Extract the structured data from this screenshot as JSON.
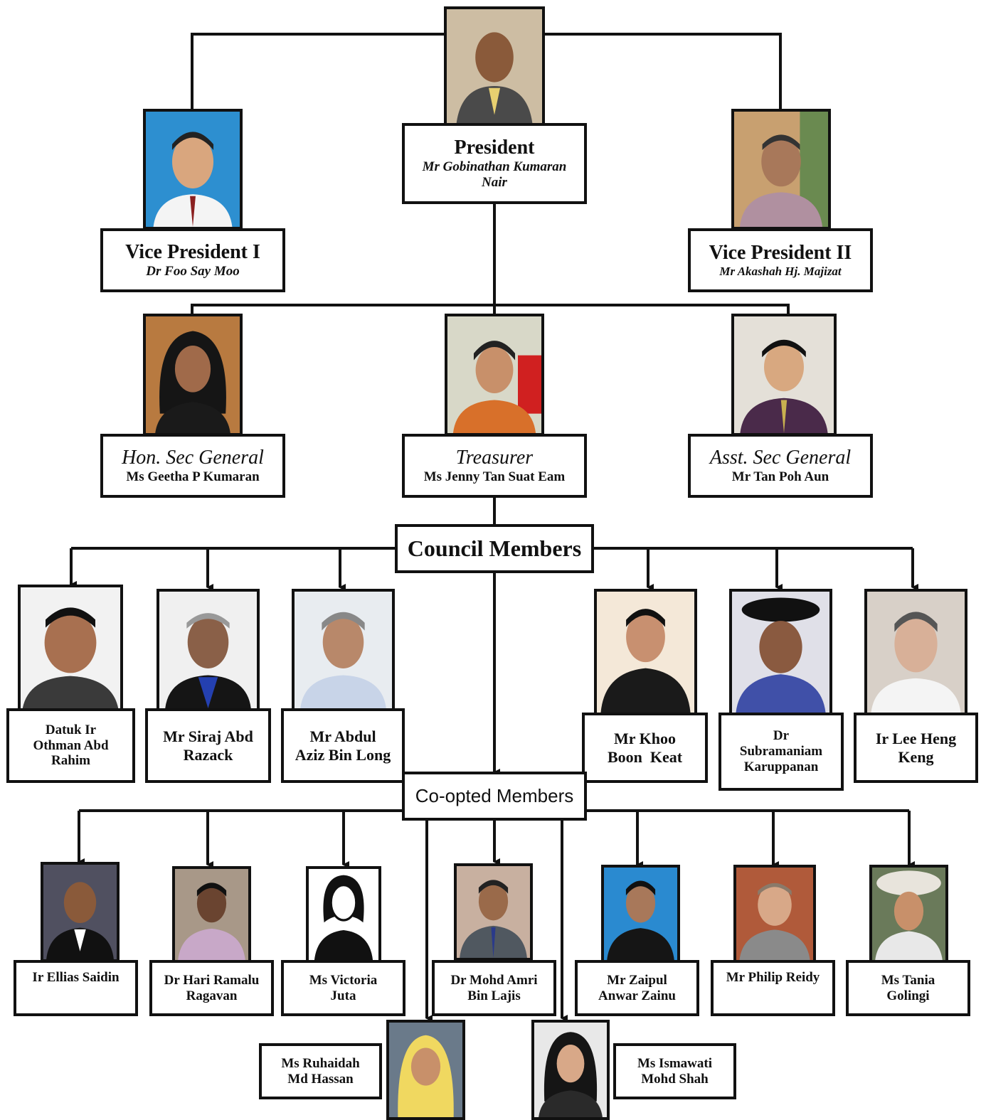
{
  "president": {
    "title": "President",
    "name_line1": "Mr Gobinathan Kumaran",
    "name_line2": "Nair"
  },
  "vp1": {
    "title": "Vice President I",
    "name": "Dr Foo Say Moo"
  },
  "vp2": {
    "title": "Vice President II",
    "name": "Mr Akashah Hj. Majizat"
  },
  "hon_sec": {
    "title": "Hon. Sec General",
    "name": "Ms Geetha P Kumaran"
  },
  "treasurer": {
    "title": "Treasurer",
    "name": "Ms Jenny Tan Suat Eam"
  },
  "asst_sec": {
    "title": "Asst. Sec General",
    "name": "Mr Tan Poh Aun"
  },
  "council": {
    "title": "Council Members",
    "members": [
      {
        "line1": "Datuk Ir",
        "line2": "Othman Abd",
        "line3": "Rahim"
      },
      {
        "line1": "Mr Siraj Abd",
        "line2": "Razack"
      },
      {
        "line1": "Mr Abdul",
        "line2": "Aziz Bin Long"
      },
      {
        "line1": "Mr Khoo",
        "line2": "Boon  Keat"
      },
      {
        "line1": "Dr",
        "line2": "Subramaniam",
        "line3": "Karuppanan"
      },
      {
        "line1": "Ir Lee Heng",
        "line2": "Keng"
      }
    ]
  },
  "coopted": {
    "title": "Co-opted Members",
    "members": [
      {
        "line1": "Ir Ellias Saidin"
      },
      {
        "line1": "Dr Hari Ramalu",
        "line2": "Ragavan"
      },
      {
        "line1": "Ms Victoria",
        "line2": "Juta"
      },
      {
        "line1": "Dr Mohd Amri",
        "line2": "Bin Lajis"
      },
      {
        "line1": "Mr Zaipul",
        "line2": "Anwar Zainu"
      },
      {
        "line1": "Mr Philip Reidy"
      },
      {
        "line1": "Ms Tania",
        "line2": "Golingi"
      },
      {
        "line1": "Ms Ruhaidah",
        "line2": "Md Hassan"
      },
      {
        "line1": "Ms Ismawati",
        "line2": "Mohd Shah"
      }
    ]
  }
}
